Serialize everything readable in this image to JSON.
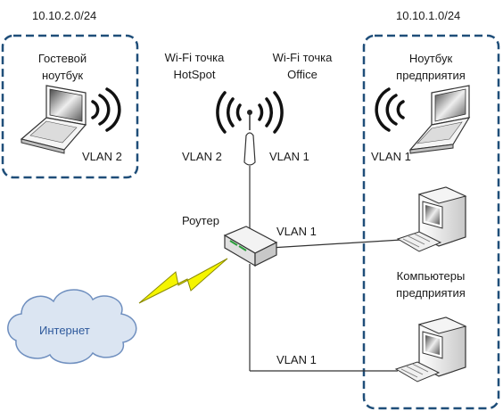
{
  "networks": {
    "guest_subnet": "10.10.2.0/24",
    "office_subnet": "10.10.1.0/24"
  },
  "devices": {
    "guest_laptop": "Гостевой ноутбук",
    "wifi_hotspot": "Wi-Fi точка HotSpot",
    "wifi_office": "Wi-Fi точка Office",
    "office_laptop": "Ноутбук предприятия",
    "router": "Роутер",
    "office_pcs": "Компьютеры предприятия",
    "internet": "Интернет"
  },
  "vlans": {
    "guest_laptop_vlan": "VLAN 2",
    "ap_hotspot_vlan": "VLAN 2",
    "ap_office_vlan": "VLAN 1",
    "office_laptop_vlan": "VLAN 1",
    "link_pc1_vlan": "VLAN 1",
    "link_pc2_vlan": "VLAN 1"
  },
  "colors": {
    "zone_border": "#1f4e79",
    "cloud_fill": "#dbe5f2",
    "cloud_stroke": "#6f8fbf",
    "internet_text": "#2f5a9c",
    "lightning": "#f5f500",
    "lines": "#333333"
  }
}
